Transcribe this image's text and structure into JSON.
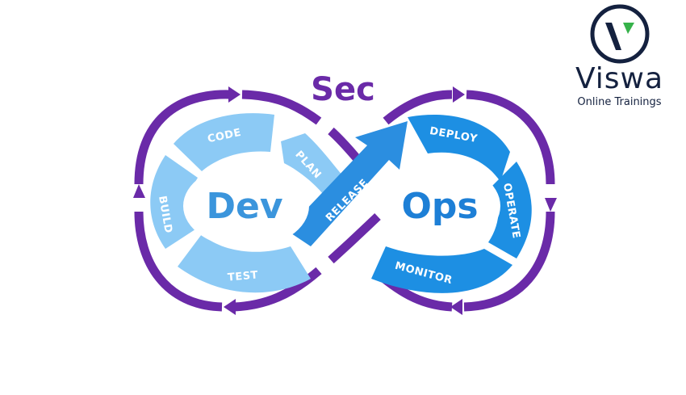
{
  "diagram": {
    "title": "Sec",
    "left_label": "Dev",
    "right_label": "Ops",
    "left_loop": {
      "segments": [
        "CODE",
        "BUILD",
        "TEST",
        "PLAN"
      ]
    },
    "center": "RELEASE",
    "right_loop": {
      "segments": [
        "DEPLOY",
        "OPERATE",
        "MONITOR"
      ]
    }
  },
  "brand": {
    "name": "Viswa",
    "tagline": "Online Trainings"
  },
  "colors": {
    "purple": "#6a2aa8",
    "dev_fill": "#8ccaf5",
    "ops_fill": "#1d8fe3",
    "release_fill": "#2b8ee0",
    "brand_navy": "#14213f",
    "brand_green": "#36b24a"
  }
}
